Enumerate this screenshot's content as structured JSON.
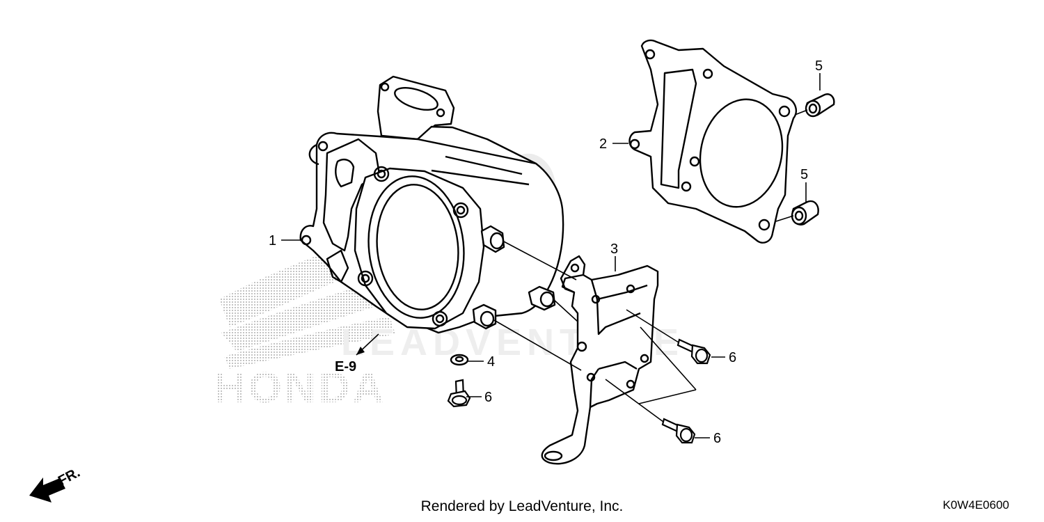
{
  "diagram": {
    "callouts": [
      {
        "id": "1",
        "label": "1"
      },
      {
        "id": "2",
        "label": "2"
      },
      {
        "id": "3",
        "label": "3"
      },
      {
        "id": "4",
        "label": "4"
      },
      {
        "id": "5a",
        "label": "5"
      },
      {
        "id": "5b",
        "label": "5"
      },
      {
        "id": "6a",
        "label": "6"
      },
      {
        "id": "6b",
        "label": "6"
      },
      {
        "id": "6c",
        "label": "6"
      }
    ],
    "section_ref": "E-9",
    "front_indicator": "FR.",
    "watermark_logo": "HONDA",
    "watermark_brand": "LEADVENTURE"
  },
  "footer": {
    "render_credit": "Rendered by LeadVenture, Inc.",
    "diagram_code": "K0W4E0600"
  },
  "colors": {
    "line": "#000000",
    "watermark": "#d0d0d0",
    "background": "#ffffff"
  }
}
